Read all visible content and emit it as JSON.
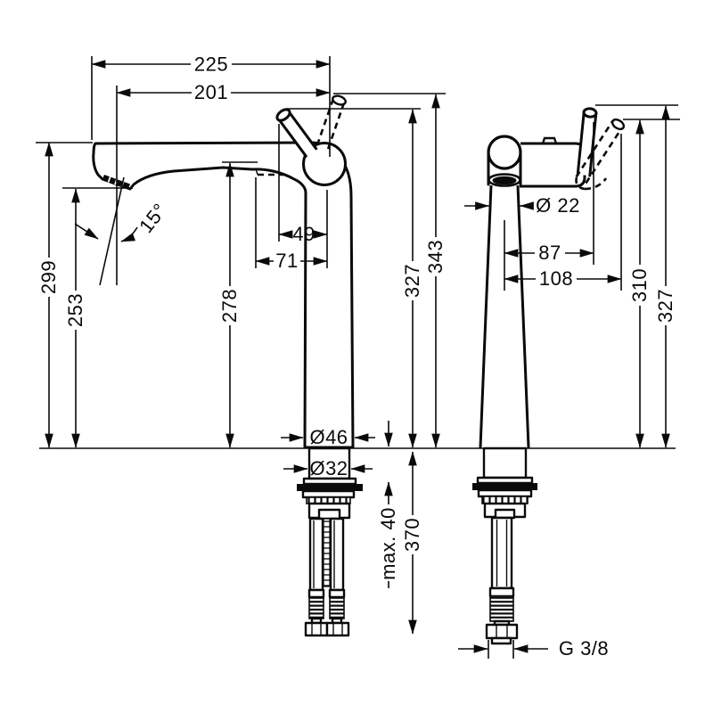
{
  "page": {
    "background": "#ffffff",
    "ink_color": "#0a0a0a",
    "drawing_type": "faucet installation dimensions"
  },
  "side_view": {
    "dims": {
      "overall_projection": "225",
      "spray_projection": "201",
      "spray_angle": "15°",
      "spout_top_height": "299",
      "aerator_height": "253",
      "underside_height": "278",
      "lever_offset": "49",
      "lever_reach": "71",
      "lever_height_open": "327",
      "lever_height_closed": "343",
      "base_diameter": "Ø46",
      "shank_diameter": "Ø32",
      "max_counter_thickness": "max. 40",
      "hose_drop": "370"
    }
  },
  "front_view": {
    "dims": {
      "spout_diameter": "Ø 22",
      "lever_offset_closed": "87",
      "lever_offset_open": "108",
      "lever_height_open": "310",
      "lever_height_closed": "327",
      "connection_thread": "G 3/8"
    }
  }
}
